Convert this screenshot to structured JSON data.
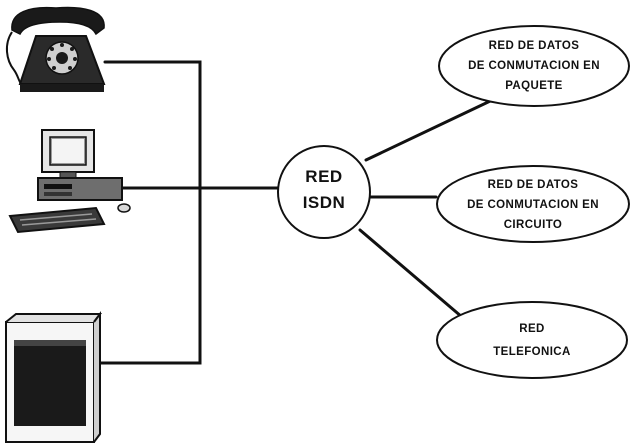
{
  "center_node": {
    "lines": [
      "RED",
      "ISDN"
    ]
  },
  "networks": [
    {
      "lines": [
        "RED DE DATOS",
        "DE CONMUTACION EN",
        "PAQUETE"
      ]
    },
    {
      "lines": [
        "RED DE DATOS",
        "DE CONMUTACION EN",
        "CIRCUITO"
      ]
    },
    {
      "lines": [
        "RED",
        "TELEFONICA"
      ]
    }
  ],
  "devices": [
    {
      "icon": "telephone-icon"
    },
    {
      "icon": "computer-icon"
    },
    {
      "icon": "server-cabinet-icon"
    }
  ],
  "colors": {
    "ink": "#111111",
    "background": "#ffffff"
  }
}
